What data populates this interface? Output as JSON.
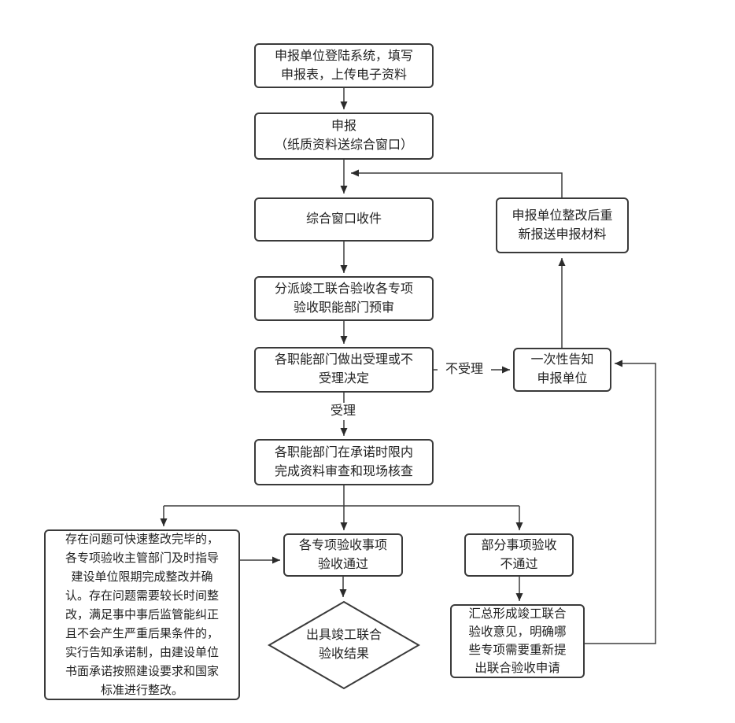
{
  "nodes": {
    "login": {
      "text": "申报单位登陆系统，填写\n申报表，上传电子资料"
    },
    "declare": {
      "text": "申报\n（纸质资料送综合窗口）"
    },
    "receive": {
      "text": "综合窗口收件"
    },
    "dispatch": {
      "text": "分派竣工联合验收各专项\n验收职能部门预审"
    },
    "decision": {
      "text": "各职能部门做出受理或不\n受理决定"
    },
    "review": {
      "text": "各职能部门在承诺时限内\n完成资料审查和现场核查"
    },
    "resubmit": {
      "text": "申报单位整改后重\n新报送申报材料"
    },
    "notify": {
      "text": "一次性告知\n申报单位"
    },
    "rectify_note": {
      "text": "存在问题可快速整改完毕的，\n各专项验收主管部门及时指导\n建设单位限期完成整改并确\n认。存在问题需要较长时间整\n改，满足事中事后监管能纠正\n且不会产生严重后果条件的，\n实行告知承诺制，由建设单位\n书面承诺按照建设要求和国家\n标准进行整改。"
    },
    "pass": {
      "text": "各专项验收事项\n验收通过"
    },
    "result": {
      "text": "出具竣工联合\n验收结果"
    },
    "partial_fail": {
      "text": "部分事项验收\n不通过"
    },
    "summary": {
      "text": "汇总形成竣工联合\n验收意见，明确哪\n些专项需要重新提\n出联合验收申请"
    }
  },
  "edge_labels": {
    "reject": "不受理",
    "accept": "受理"
  },
  "colors": {
    "background": "#ffffff",
    "box_border": "#3a3a3a",
    "line": "#3d3d3d",
    "arrowhead": "#2b2b2b",
    "text": "#222222"
  }
}
